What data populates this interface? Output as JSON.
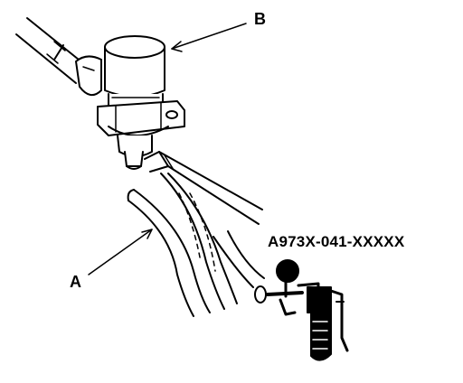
{
  "labels": {
    "b": "B",
    "a": "A",
    "tool_part_number": "A973X-041-XXXXX"
  },
  "colors": {
    "line": "#000000",
    "background": "#ffffff"
  }
}
